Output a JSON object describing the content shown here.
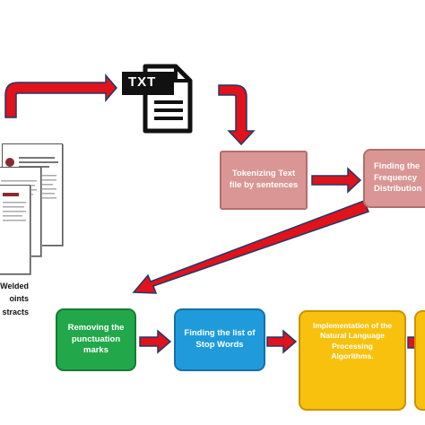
{
  "file_icon": {
    "label": "TXT"
  },
  "nodes": {
    "tokenize": {
      "lines": [
        "Tokenizing  Text",
        "file by sentences"
      ]
    },
    "frequency": {
      "lines": [
        "Finding the",
        "Frequency",
        "Distribution"
      ]
    },
    "punctuation": {
      "lines": [
        "Removing the",
        "punctuation",
        "marks"
      ]
    },
    "stopwords": {
      "lines": [
        "Finding the list of",
        "Stop Words"
      ]
    },
    "nlp": {
      "lines": [
        "Implementation of the",
        "Natural Language",
        "Processing",
        "Algorithms."
      ]
    }
  },
  "source_caption": {
    "lines": [
      "Welded",
      "oints",
      "stracts"
    ]
  },
  "colors": {
    "arrow": "#e0121b",
    "arrow_outline": "#1d3b6c",
    "tokenize_fill": "#d99694",
    "punctuation_fill": "#22a84a",
    "stopwords_fill": "#1f9bdc",
    "nlp_fill": "#f7c10e"
  }
}
